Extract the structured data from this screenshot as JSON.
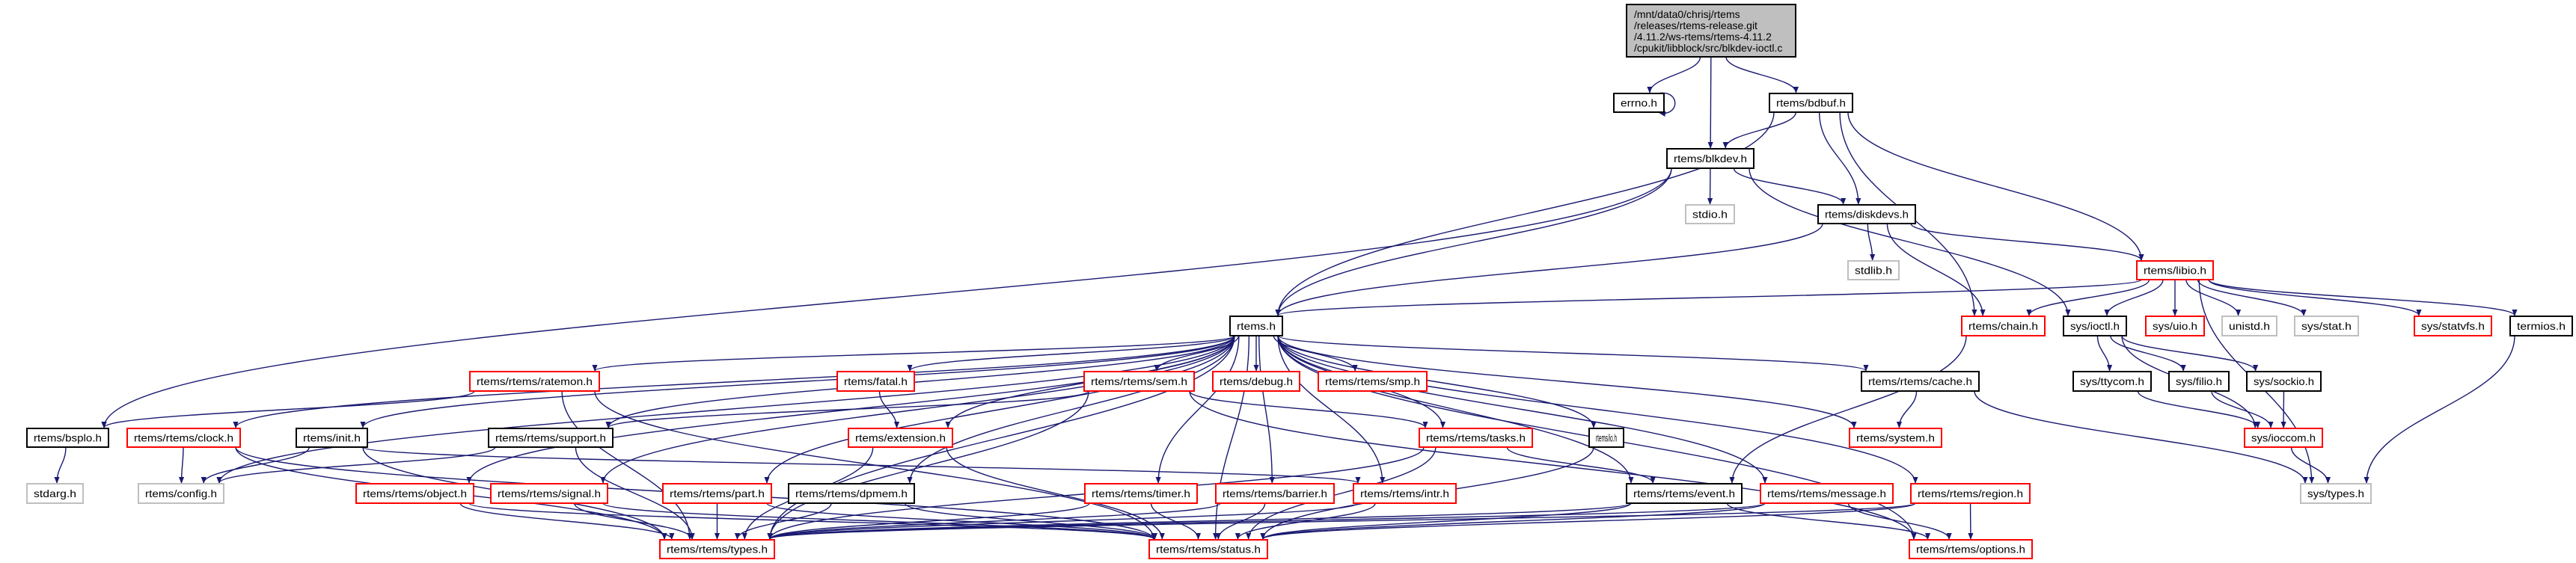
{
  "graph": {
    "colors": {
      "edge": "#191970",
      "documented_border": "#000000",
      "undocumented_border": "#ff0000",
      "external_border": "#bfbfbf",
      "root_fill": "#bfbfbf",
      "fill": "#ffffff"
    },
    "nodes": [
      {
        "id": "root",
        "kind": "root",
        "lines": [
          "/mnt/data0/chrisj/rtems",
          "/releases/rtems-release.git",
          "/4.11.2/ws-rtems/rtems-4.11.2",
          "/cpukit/libblock/src/blkdev-ioctl.c"
        ]
      },
      {
        "id": "errno",
        "kind": "documented",
        "label": "errno.h"
      },
      {
        "id": "bdbuf",
        "kind": "documented",
        "label": "rtems/bdbuf.h"
      },
      {
        "id": "blkdev",
        "kind": "documented",
        "label": "rtems/blkdev.h"
      },
      {
        "id": "stdio",
        "kind": "external",
        "label": "stdio.h"
      },
      {
        "id": "diskdevs",
        "kind": "documented",
        "label": "rtems/diskdevs.h"
      },
      {
        "id": "stdlib",
        "kind": "external",
        "label": "stdlib.h"
      },
      {
        "id": "libio",
        "kind": "undocumented",
        "label": "rtems/libio.h"
      },
      {
        "id": "rtems",
        "kind": "documented",
        "label": "rtems.h"
      },
      {
        "id": "chain",
        "kind": "undocumented",
        "label": "rtems/chain.h"
      },
      {
        "id": "ioctl",
        "kind": "documented",
        "label": "sys/ioctl.h"
      },
      {
        "id": "uio",
        "kind": "undocumented",
        "label": "sys/uio.h"
      },
      {
        "id": "unistd",
        "kind": "external",
        "label": "unistd.h"
      },
      {
        "id": "stat",
        "kind": "external",
        "label": "sys/stat.h"
      },
      {
        "id": "statvfs",
        "kind": "undocumented",
        "label": "sys/statvfs.h"
      },
      {
        "id": "termios",
        "kind": "documented",
        "label": "termios.h"
      },
      {
        "id": "ratemon",
        "kind": "undocumented",
        "label": "rtems/rtems/ratemon.h"
      },
      {
        "id": "fatal",
        "kind": "undocumented",
        "label": "rtems/fatal.h"
      },
      {
        "id": "sem",
        "kind": "undocumented",
        "label": "rtems/rtems/sem.h"
      },
      {
        "id": "debug",
        "kind": "undocumented",
        "label": "rtems/debug.h"
      },
      {
        "id": "smp",
        "kind": "undocumented",
        "label": "rtems/rtems/smp.h"
      },
      {
        "id": "cache",
        "kind": "documented",
        "label": "rtems/rtems/cache.h"
      },
      {
        "id": "ttycom",
        "kind": "documented",
        "label": "sys/ttycom.h"
      },
      {
        "id": "filio",
        "kind": "documented",
        "label": "sys/filio.h"
      },
      {
        "id": "sockio",
        "kind": "documented",
        "label": "sys/sockio.h"
      },
      {
        "id": "bsplo",
        "kind": "documented",
        "label": "rtems/bsplo.h"
      },
      {
        "id": "clock",
        "kind": "undocumented",
        "label": "rtems/rtems/clock.h"
      },
      {
        "id": "init",
        "kind": "documented",
        "label": "rtems/init.h"
      },
      {
        "id": "support",
        "kind": "documented",
        "label": "rtems/rtems/support.h"
      },
      {
        "id": "extension",
        "kind": "undocumented",
        "label": "rtems/extension.h"
      },
      {
        "id": "tasks",
        "kind": "undocumented",
        "label": "rtems/rtems/tasks.h"
      },
      {
        "id": "io",
        "kind": "documented",
        "label": "rtems/io.h"
      },
      {
        "id": "system",
        "kind": "undocumented",
        "label": "rtems/system.h"
      },
      {
        "id": "ioccom",
        "kind": "undocumented",
        "label": "sys/ioccom.h"
      },
      {
        "id": "stdarg",
        "kind": "external",
        "label": "stdarg.h"
      },
      {
        "id": "config",
        "kind": "external",
        "label": "rtems/config.h"
      },
      {
        "id": "object",
        "kind": "undocumented",
        "label": "rtems/rtems/object.h"
      },
      {
        "id": "signal",
        "kind": "undocumented",
        "label": "rtems/rtems/signal.h"
      },
      {
        "id": "part",
        "kind": "undocumented",
        "label": "rtems/rtems/part.h"
      },
      {
        "id": "dpmem",
        "kind": "documented",
        "label": "rtems/rtems/dpmem.h"
      },
      {
        "id": "timer",
        "kind": "undocumented",
        "label": "rtems/rtems/timer.h"
      },
      {
        "id": "barrier",
        "kind": "undocumented",
        "label": "rtems/rtems/barrier.h"
      },
      {
        "id": "intr",
        "kind": "undocumented",
        "label": "rtems/rtems/intr.h"
      },
      {
        "id": "event",
        "kind": "documented",
        "label": "rtems/rtems/event.h"
      },
      {
        "id": "message",
        "kind": "undocumented",
        "label": "rtems/rtems/message.h"
      },
      {
        "id": "region",
        "kind": "undocumented",
        "label": "rtems/rtems/region.h"
      },
      {
        "id": "systypes",
        "kind": "external",
        "label": "sys/types.h"
      },
      {
        "id": "types",
        "kind": "undocumented",
        "label": "rtems/rtems/types.h"
      },
      {
        "id": "status",
        "kind": "undocumented",
        "label": "rtems/rtems/status.h"
      },
      {
        "id": "options",
        "kind": "undocumented",
        "label": "rtems/rtems/options.h"
      }
    ],
    "edges": [
      [
        "root",
        "errno"
      ],
      [
        "root",
        "blkdev"
      ],
      [
        "root",
        "bdbuf"
      ],
      [
        "errno",
        "errno"
      ],
      [
        "bdbuf",
        "blkdev"
      ],
      [
        "bdbuf",
        "rtems"
      ],
      [
        "bdbuf",
        "diskdevs"
      ],
      [
        "bdbuf",
        "chain"
      ],
      [
        "bdbuf",
        "libio"
      ],
      [
        "blkdev",
        "rtems"
      ],
      [
        "blkdev",
        "stdio"
      ],
      [
        "blkdev",
        "diskdevs"
      ],
      [
        "blkdev",
        "ioctl"
      ],
      [
        "blkdev",
        "bsplo"
      ],
      [
        "diskdevs",
        "rtems"
      ],
      [
        "diskdevs",
        "stdlib"
      ],
      [
        "diskdevs",
        "chain"
      ],
      [
        "diskdevs",
        "libio"
      ],
      [
        "libio",
        "rtems"
      ],
      [
        "libio",
        "chain"
      ],
      [
        "libio",
        "ioctl"
      ],
      [
        "libio",
        "uio"
      ],
      [
        "libio",
        "unistd"
      ],
      [
        "libio",
        "stat"
      ],
      [
        "libio",
        "statvfs"
      ],
      [
        "libio",
        "termios"
      ],
      [
        "libio",
        "systypes"
      ],
      [
        "ioctl",
        "ttycom"
      ],
      [
        "ioctl",
        "filio"
      ],
      [
        "ioctl",
        "sockio"
      ],
      [
        "ioctl",
        "ioccom"
      ],
      [
        "ttycom",
        "ioccom"
      ],
      [
        "filio",
        "ioccom"
      ],
      [
        "sockio",
        "ioccom"
      ],
      [
        "ioccom",
        "systypes"
      ],
      [
        "termios",
        "systypes"
      ],
      [
        "cache",
        "system"
      ],
      [
        "cache",
        "systypes"
      ],
      [
        "chain",
        "event"
      ],
      [
        "rtems",
        "clock"
      ],
      [
        "rtems",
        "init"
      ],
      [
        "rtems",
        "config"
      ],
      [
        "rtems",
        "support"
      ],
      [
        "rtems",
        "ratemon"
      ],
      [
        "rtems",
        "fatal"
      ],
      [
        "rtems",
        "extension"
      ],
      [
        "rtems",
        "object"
      ],
      [
        "rtems",
        "signal"
      ],
      [
        "rtems",
        "part"
      ],
      [
        "rtems",
        "dpmem"
      ],
      [
        "rtems",
        "types"
      ],
      [
        "rtems",
        "sem"
      ],
      [
        "rtems",
        "debug"
      ],
      [
        "rtems",
        "smp"
      ],
      [
        "rtems",
        "timer"
      ],
      [
        "rtems",
        "barrier"
      ],
      [
        "rtems",
        "intr"
      ],
      [
        "rtems",
        "tasks"
      ],
      [
        "rtems",
        "io"
      ],
      [
        "rtems",
        "event"
      ],
      [
        "rtems",
        "message"
      ],
      [
        "rtems",
        "status"
      ],
      [
        "rtems",
        "cache"
      ],
      [
        "rtems",
        "system"
      ],
      [
        "rtems",
        "region"
      ],
      [
        "rtems",
        "options"
      ],
      [
        "ratemon",
        "bsplo"
      ],
      [
        "ratemon",
        "types"
      ],
      [
        "ratemon",
        "status"
      ],
      [
        "fatal",
        "extension"
      ],
      [
        "sem",
        "support"
      ],
      [
        "sem",
        "tasks"
      ],
      [
        "sem",
        "types"
      ],
      [
        "sem",
        "options"
      ],
      [
        "bsplo",
        "stdarg"
      ],
      [
        "clock",
        "config"
      ],
      [
        "clock",
        "types"
      ],
      [
        "clock",
        "status"
      ],
      [
        "init",
        "config"
      ],
      [
        "init",
        "types"
      ],
      [
        "init",
        "intr"
      ],
      [
        "support",
        "config"
      ],
      [
        "support",
        "types"
      ],
      [
        "extension",
        "types"
      ],
      [
        "extension",
        "status"
      ],
      [
        "object",
        "types"
      ],
      [
        "object",
        "status"
      ],
      [
        "signal",
        "types"
      ],
      [
        "signal",
        "status"
      ],
      [
        "part",
        "types"
      ],
      [
        "part",
        "status"
      ],
      [
        "dpmem",
        "types"
      ],
      [
        "dpmem",
        "status"
      ],
      [
        "timer",
        "types"
      ],
      [
        "timer",
        "status"
      ],
      [
        "barrier",
        "types"
      ],
      [
        "barrier",
        "status"
      ],
      [
        "intr",
        "types"
      ],
      [
        "intr",
        "status"
      ],
      [
        "tasks",
        "types"
      ],
      [
        "tasks",
        "status"
      ],
      [
        "tasks",
        "event"
      ],
      [
        "io",
        "status"
      ],
      [
        "event",
        "types"
      ],
      [
        "event",
        "status"
      ],
      [
        "event",
        "options"
      ],
      [
        "message",
        "types"
      ],
      [
        "message",
        "status"
      ],
      [
        "message",
        "options"
      ],
      [
        "region",
        "types"
      ],
      [
        "region",
        "status"
      ],
      [
        "region",
        "options"
      ]
    ]
  }
}
